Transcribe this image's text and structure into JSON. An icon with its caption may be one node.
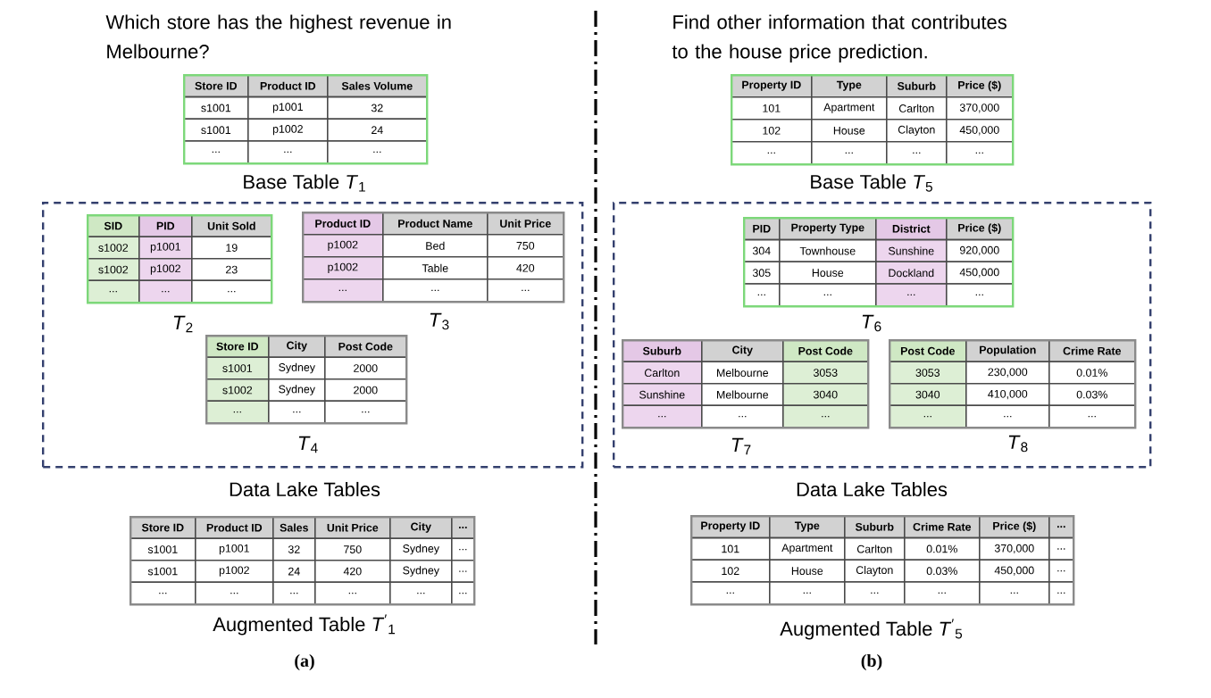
{
  "diagram": {
    "nodes": [
      {
        "text": [
          "Store ID",
          "Product ID",
          "Sales Volume",
          "s1001",
          "p1001",
          "32",
          "s1001",
          "p1002",
          "24",
          "...",
          "...",
          "..."
        ],
        "beside": [
          "Base Table *T*$_{1}$"
        ]
      },
      {
        "text": [
          "Data Lake Tables"
        ]
      },
      {
        "text": [
          "SID",
          "PID",
          "Unit Sold",
          "s1002",
          "p1001",
          "19",
          "s1002",
          "p1002",
          "23",
          "...",
          "...",
          "..."
        ],
        "in": 1,
        "beside": [
          "*T*$_{2}$"
        ]
      },
      {
        "text": [
          "Product ID",
          "Product Name",
          "Unit Price",
          "p1002",
          "Bed",
          "750",
          "p1002",
          "Table",
          "420",
          "...",
          "...",
          "..."
        ],
        "in": 1,
        "beside": [
          "*T*$_{3}$"
        ]
      },
      {
        "text": [
          "Store ID",
          "City",
          "Post Code",
          "s1001",
          "Sydney",
          "2000",
          "s1002",
          "Sydney",
          "2000",
          "...",
          "...",
          "..."
        ],
        "in": 1,
        "beside": [
          "*T*$_{4}$"
        ]
      },
      {
        "text": [
          "Store ID",
          "Product ID",
          "Sales",
          "Unit Price",
          "City",
          "...",
          "s1001",
          "p1001",
          "32",
          "750",
          "Sydney",
          "...",
          "s1001",
          "p1002",
          "24",
          "420",
          "Sydney",
          "...",
          "...",
          "...",
          "...",
          "...",
          "...",
          "..."
        ],
        "beside": [
          "Augmented Table *T*$^{′}$$_{1}$"
        ]
      },
      {
        "text": [
          "Property ID",
          "Type",
          "Suburb",
          "Price ($)",
          "101",
          "Apartment",
          "Carlton",
          "370,000",
          "102",
          "House",
          "Clayton",
          "450,000",
          "...",
          "...",
          "...",
          "..."
        ],
        "beside": [
          "Base Table *T*$_{5}$"
        ]
      },
      {
        "text": [
          "Data Lake Tables"
        ]
      },
      {
        "text": [
          "PID",
          "Property Type",
          "District",
          "Price ($)",
          "304",
          "Townhouse",
          "Sunshine",
          "920,000",
          "305",
          "House",
          "Dockland",
          "450,000",
          "...",
          "...",
          "...",
          "..."
        ],
        "in": 7,
        "beside": [
          "*T*$_{6}$"
        ]
      },
      {
        "text": [
          "Suburb",
          "City",
          "Post Code",
          "Carlton",
          "Melbourne",
          "3053",
          "Sunshine",
          "Melbourne",
          "3040",
          "...",
          "...",
          "..."
        ],
        "in": 7,
        "beside": [
          "*T*$_{7}$"
        ]
      },
      {
        "text": [
          "Post Code",
          "Population",
          "Crime Rate",
          "3053",
          "230,000",
          "0.01%",
          "3040",
          "410,000",
          "0.03%",
          "...",
          "...",
          "..."
        ],
        "in": 7,
        "beside": [
          "*T*$_{8}$"
        ]
      },
      {
        "text": [
          "Property ID",
          "Type",
          "Suburb",
          "Crime Rate",
          "Price ($)",
          "...",
          "101",
          "Apartment",
          "Carlton",
          "0.01%",
          "370,000",
          "...",
          "102",
          "House",
          "Clayton",
          "0.03%",
          "450,000",
          "...",
          "...",
          "...",
          "...",
          "...",
          "...",
          "..."
        ],
        "beside": [
          "Augmented Table *T*$^{′}$$_{5}$"
        ]
      }
    ],
    "labels": [
      "Which store has the highest revenue in Melbourne?",
      "Find other information that contributes to the house price prediction.",
      "(a)",
      "(b)"
    ]
  }
}
